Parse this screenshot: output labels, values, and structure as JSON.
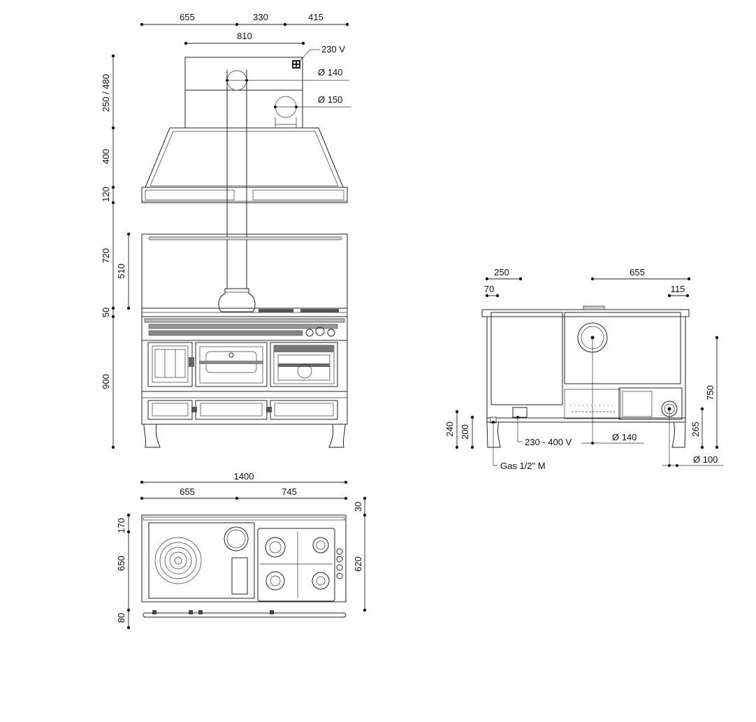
{
  "front_view": {
    "top_dims": {
      "a": "655",
      "b": "330",
      "c": "415",
      "flue_width": "810"
    },
    "callouts": {
      "voltage": "230 V",
      "flue_d1": "Ø  140",
      "flue_d2": "Ø  150"
    },
    "left_dims": {
      "hood_top": "250 / 480",
      "hood": "400",
      "hood_band": "120",
      "backsplash": "720",
      "backsplash_inner": "510",
      "rail": "50",
      "body": "900"
    }
  },
  "plan_view": {
    "top_dims": {
      "total": "1400",
      "left": "655",
      "right": "745"
    },
    "left_dims": {
      "back": "170",
      "top_depth": "650",
      "front_rail": "80"
    },
    "right_dims": {
      "gap": "30",
      "depth": "620"
    }
  },
  "side_view": {
    "top_dims": {
      "a": "250",
      "b": "655",
      "c": "70",
      "d": "115"
    },
    "left_dims": {
      "a": "240",
      "b": "200"
    },
    "right_dims": {
      "a": "750",
      "b": "265"
    },
    "callouts": {
      "power": "230 - 400 V",
      "flue": "Ø  140",
      "gas": "Gas 1/2\" M",
      "air": "Ø  100"
    }
  }
}
